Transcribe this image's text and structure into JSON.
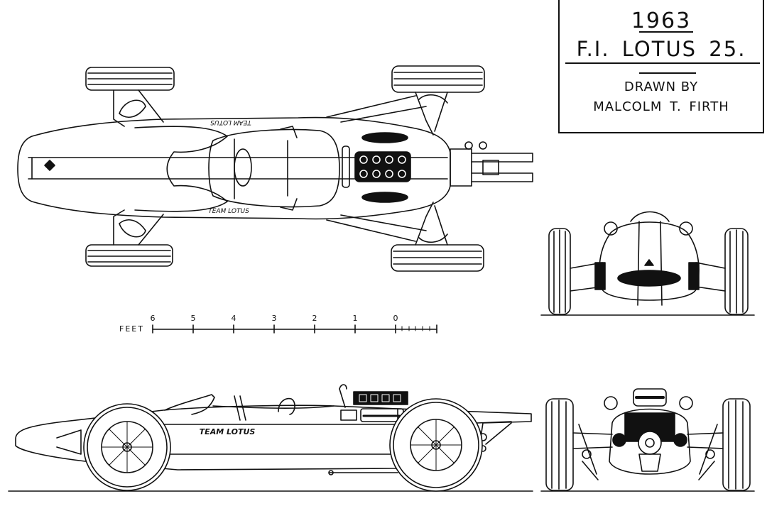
{
  "title_block": {
    "year": "1963",
    "model": "F.I. LOTUS  25.",
    "drawn_by_label": "DRAWN BY",
    "author": "MALCOLM  T. FIRTH"
  },
  "scale_bar": {
    "unit_label": "FEET",
    "ticks": [
      "6",
      "5",
      "4",
      "3",
      "2",
      "1",
      "0"
    ]
  },
  "livery": {
    "top_text": "TEAM LOTUS",
    "side_text": "TEAM LOTUS"
  },
  "views": [
    "plan-view",
    "side-elevation",
    "front-view",
    "rear-view"
  ]
}
